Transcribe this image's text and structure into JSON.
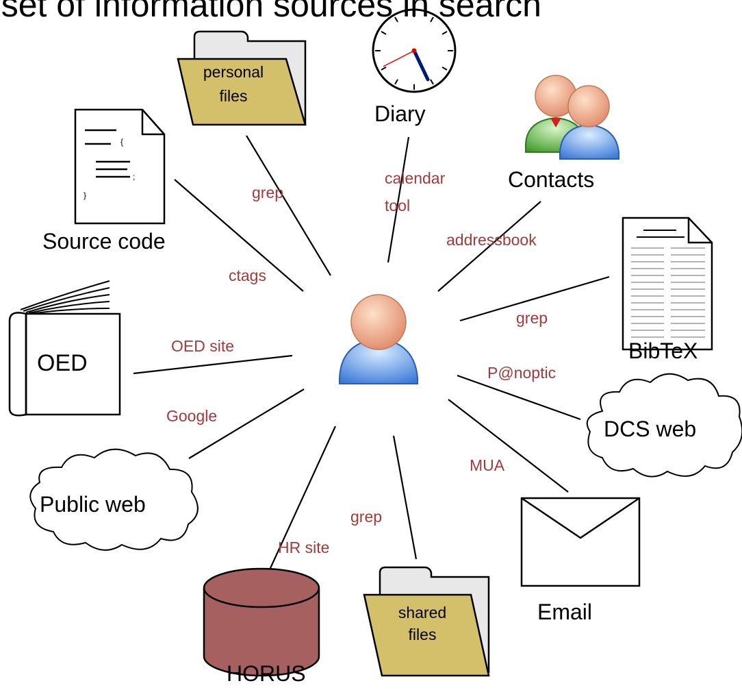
{
  "title": "g set of information sources in search",
  "colors": {
    "edge_label": "#a33a3a",
    "line": "#000000",
    "folder": "#d4bf6a",
    "database": "#a66060"
  },
  "nodes": {
    "personal_files": "personal\nfiles",
    "diary": "Diary",
    "contacts": "Contacts",
    "source_code": "Source code",
    "bibtex": "BibTeX",
    "oed": "OED",
    "dcs_web": "DCS web",
    "public_web": "Public web",
    "email": "Email",
    "horus": "HORUS",
    "shared_files": "shared\nfiles",
    "source_code_glyphs": [
      "{",
      ";",
      "}"
    ]
  },
  "edges": {
    "personal_files": "grep",
    "diary": "calendar\ntool",
    "source_code": "ctags",
    "contacts": "addressbook",
    "bibtex": "grep",
    "oed": "OED site",
    "dcs_web": "P@noptic",
    "public_web": "Google",
    "email": "MUA",
    "shared_files": "grep",
    "horus": "HR site"
  },
  "center": {
    "icon": "user-icon"
  },
  "icons": {
    "personal_files": "folder-icon",
    "diary": "clock-icon",
    "contacts": "contacts-icon",
    "source_code": "source-code-icon",
    "bibtex": "document-icon",
    "oed": "book-icon",
    "dcs_web": "cloud-icon",
    "public_web": "cloud-icon",
    "email": "envelope-icon",
    "horus": "database-icon",
    "shared_files": "folder-icon"
  }
}
